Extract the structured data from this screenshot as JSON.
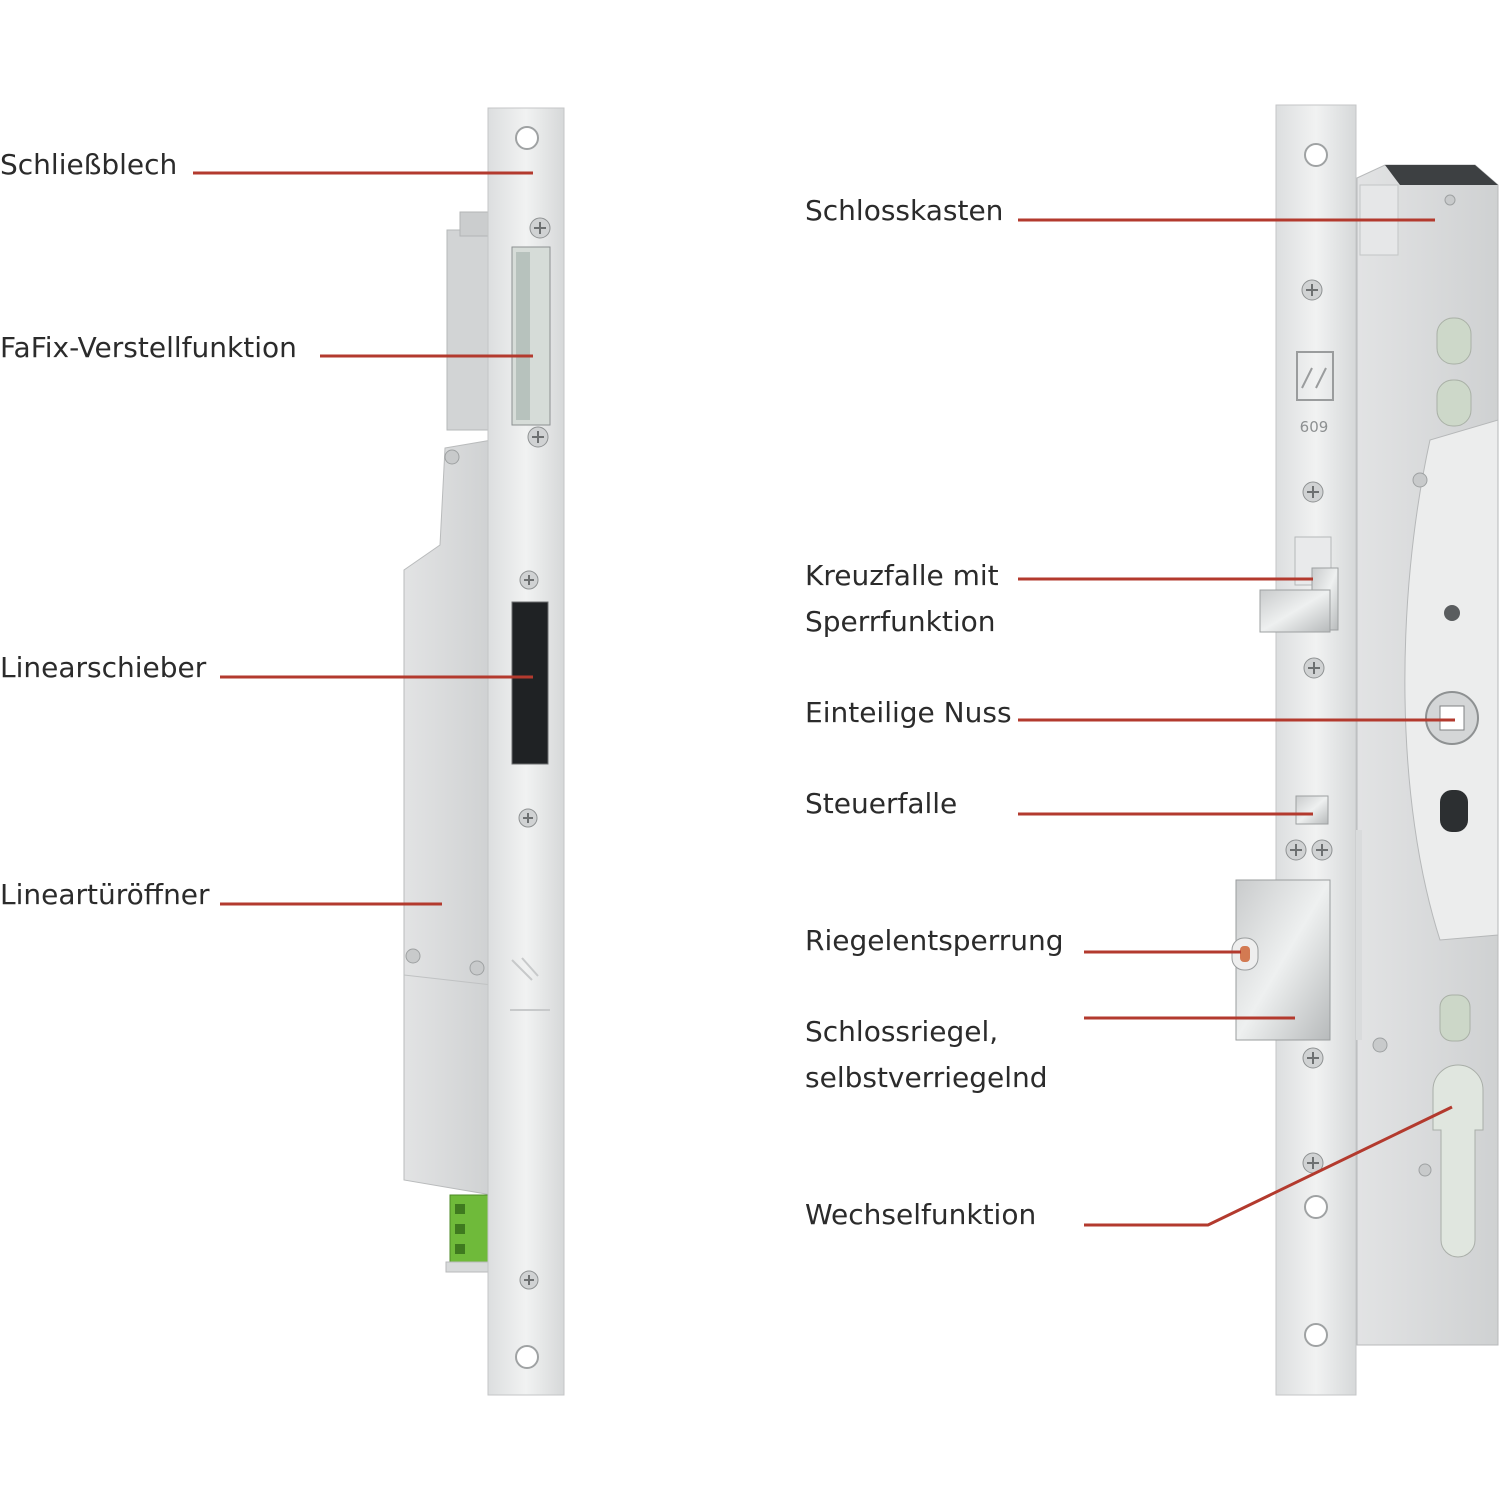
{
  "left_callouts": [
    {
      "text": "Schließblech"
    },
    {
      "text": "FaFix-Verstellfunktion"
    },
    {
      "text": "Linearschieber"
    },
    {
      "text": "Lineartüröffner"
    }
  ],
  "right_callouts": [
    {
      "text": "Schlosskasten"
    },
    {
      "lines": [
        "Kreuzfalle mit",
        "Sperrfunktion"
      ]
    },
    {
      "text": "Einteilige Nuss"
    },
    {
      "text": "Steuerfalle"
    },
    {
      "text": "Riegelentsperrung"
    },
    {
      "lines": [
        "Schlossriegel,",
        "selbstverriegelnd"
      ]
    },
    {
      "text": "Wechselfunktion"
    }
  ],
  "faceplate_marking": "609",
  "colors": {
    "leader_line": "#b33a2e",
    "label_text": "#2b2b2b",
    "steel": "#e8e9ea",
    "connector_green": "#6fba3a"
  }
}
